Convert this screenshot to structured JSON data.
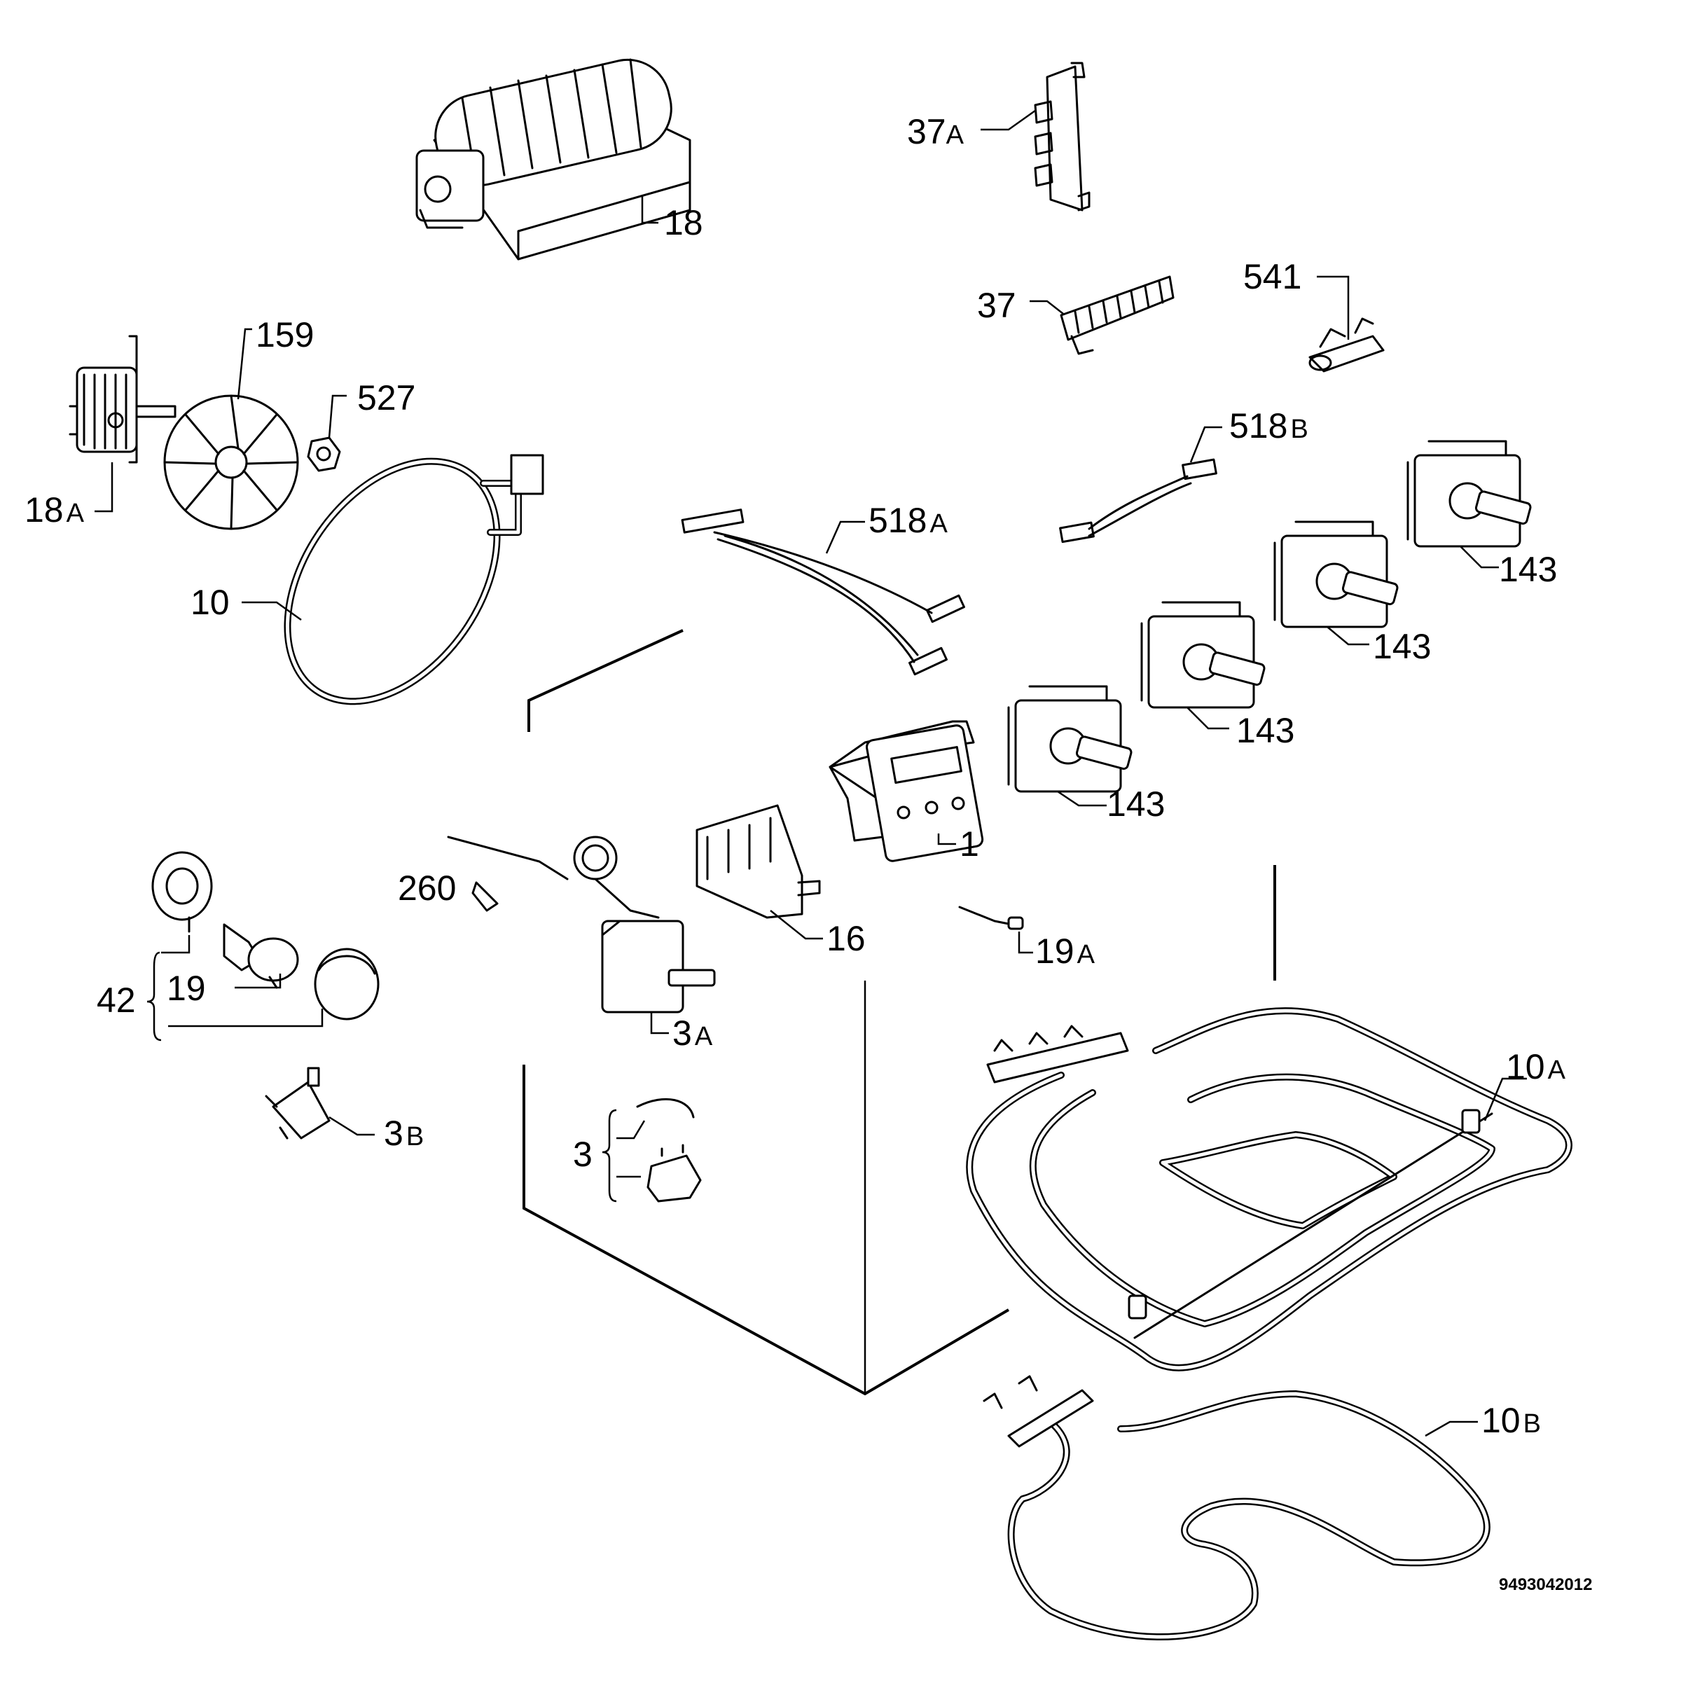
{
  "labels": {
    "l18": "18",
    "l37a_num": "37",
    "l37a_suf": "A",
    "l37": "37",
    "l541": "541",
    "l159": "159",
    "l527": "527",
    "l18a_num": "18",
    "l18a_suf": "A",
    "l518b_num": "518",
    "l518b_suf": "B",
    "l518a_num": "518",
    "l518a_suf": "A",
    "l10": "10",
    "l143_1": "143",
    "l143_2": "143",
    "l143_3": "143",
    "l143_4": "143",
    "l1": "1",
    "l260": "260",
    "l16": "16",
    "l19a_num": "19",
    "l19a_suf": "A",
    "l42": "42",
    "l19": "19",
    "l3a_num": "3",
    "l3a_suf": "A",
    "l10a_num": "10",
    "l10a_suf": "A",
    "l3b_num": "3",
    "l3b_suf": "B",
    "l3": "3",
    "l10b_num": "10",
    "l10b_suf": "B"
  },
  "drawing_code": "9493042012",
  "colors": {
    "line": "#000000",
    "background": "#ffffff"
  }
}
